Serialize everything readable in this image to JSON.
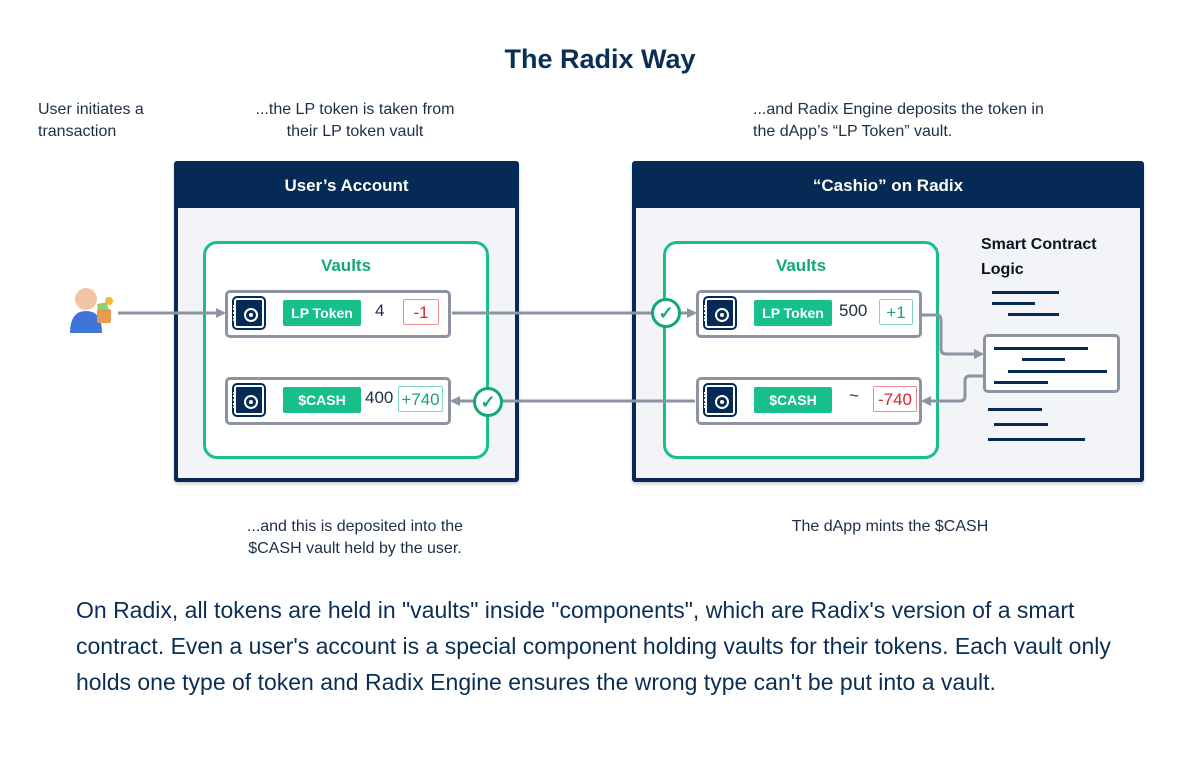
{
  "title": "The Radix Way",
  "captions": {
    "user_initiates": "User initiates a transaction",
    "lp_taken": "...the LP token is taken from their LP token vault",
    "radix_deposits": "...and Radix Engine deposits the token in the dApp’s “LP Token” vault.",
    "cash_deposited": "...and this is deposited into the $CASH vault held by the user.",
    "dapp_mints": "The dApp mints the $CASH"
  },
  "user_account": {
    "header": "User’s Account",
    "vaults_title": "Vaults",
    "vaults": [
      {
        "token": "LP Token",
        "amount": "4",
        "delta": "-1",
        "delta_type": "negative"
      },
      {
        "token": "$CASH",
        "amount": "400",
        "delta": "+740",
        "delta_type": "positive"
      }
    ]
  },
  "dapp": {
    "header": "“Cashio” on Radix",
    "vaults_title": "Vaults",
    "vaults": [
      {
        "token": "LP Token",
        "amount": "500",
        "delta": "+1",
        "delta_type": "positive"
      },
      {
        "token": "$CASH",
        "amount": "~",
        "delta": "-740",
        "delta_type": "negative"
      }
    ],
    "smart_contract_title": "Smart Contract Logic"
  },
  "icons": {
    "user": "user-with-wallet-icon",
    "vault": "safe-icon",
    "check": "✓"
  },
  "colors": {
    "navy": "#052a55",
    "green": "#17bf8a",
    "red": "#d6262c",
    "wire": "#8e93a3",
    "panel_bg": "#f2f4f8"
  },
  "body_text": "On Radix, all tokens are held in \"vaults\" inside \"components\", which are Radix's version of a smart contract. Even a user's account is a special component holding vaults for their tokens. Each vault only holds one type of token and Radix Engine ensures the wrong type can't be put into a vault."
}
